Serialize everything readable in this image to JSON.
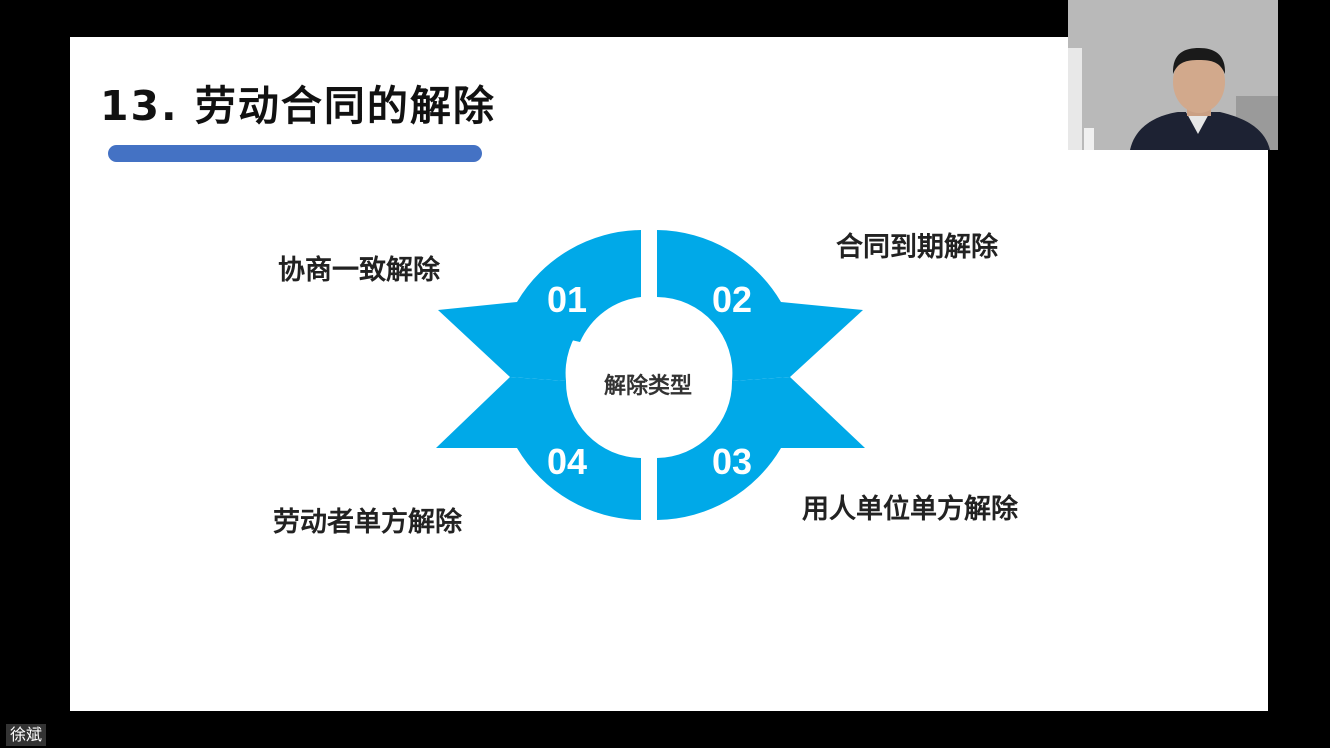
{
  "slide": {
    "title": "13. 劳动合同的解除",
    "underline_color": "#4472c4"
  },
  "diagram": {
    "center_label": "解除类型",
    "accent_color": "#00a9e8",
    "segments": [
      {
        "number": "01",
        "label": "协商一致解除"
      },
      {
        "number": "02",
        "label": "合同到期解除"
      },
      {
        "number": "03",
        "label": "用人单位单方解除"
      },
      {
        "number": "04",
        "label": "劳动者单方解除"
      }
    ]
  },
  "participant": {
    "name": "徐斌"
  }
}
